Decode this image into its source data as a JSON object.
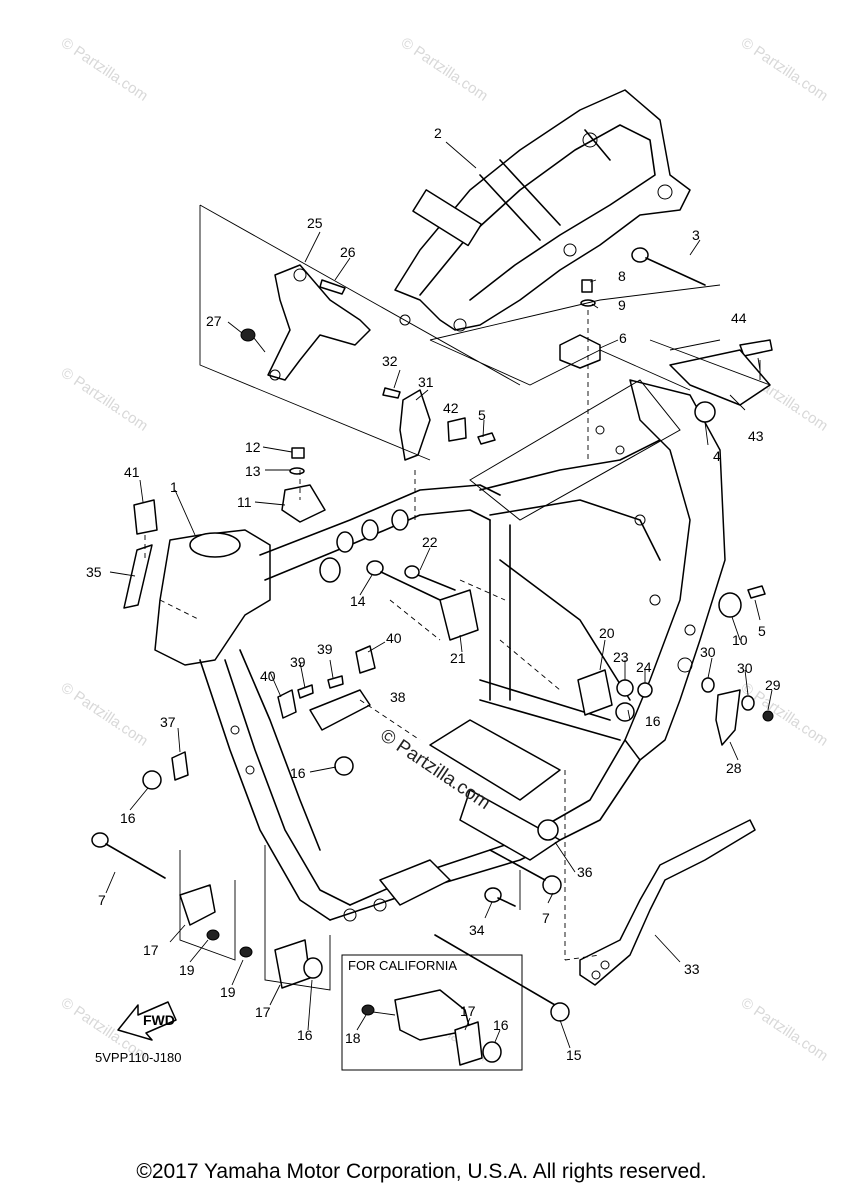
{
  "diagram": {
    "drawing_code": "5VPP110-J180",
    "copyright": "©2017 Yamaha Motor Corporation, U.S.A. All rights reserved.",
    "watermark": "© Partzilla.com",
    "inset_title": "FOR CALIFORNIA",
    "fwd_label": "FWD",
    "callouts": [
      "1",
      "2",
      "3",
      "4",
      "5",
      "5",
      "6",
      "7",
      "7",
      "8",
      "9",
      "10",
      "11",
      "12",
      "13",
      "14",
      "15",
      "16",
      "16",
      "16",
      "16",
      "16",
      "17",
      "17",
      "17",
      "18",
      "19",
      "19",
      "20",
      "21",
      "22",
      "23",
      "24",
      "25",
      "26",
      "27",
      "28",
      "29",
      "30",
      "30",
      "31",
      "32",
      "33",
      "34",
      "35",
      "36",
      "37",
      "38",
      "39",
      "39",
      "40",
      "40",
      "41",
      "42",
      "43",
      "44"
    ]
  }
}
